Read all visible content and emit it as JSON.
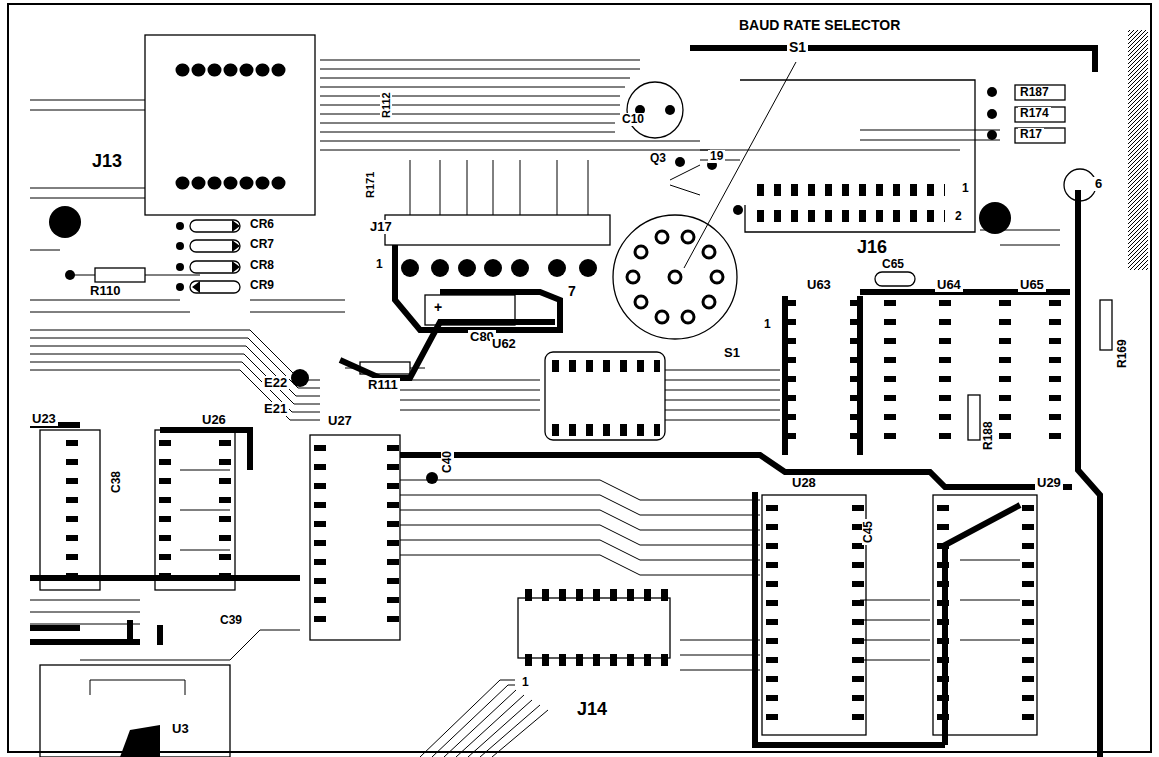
{
  "diagram": {
    "labels": [
      "BAUD RATE SELECTOR",
      "S1",
      "J13",
      "R171",
      "R112",
      "J17",
      "CR6",
      "CR7",
      "CR8",
      "CR9",
      "R110",
      "1",
      "7",
      "+",
      "C80",
      "R111",
      "E22",
      "E21",
      "U26",
      "C38",
      "U27",
      "C10",
      "Q3",
      "19",
      "J16",
      "1",
      "2",
      "R187",
      "R174",
      "R17",
      "6",
      "R169",
      "C65",
      "U63",
      "U64",
      "U65",
      "1",
      "S1",
      "U62",
      "R188",
      "U28",
      "C45",
      "U29",
      "J14",
      "1",
      "U3",
      "C39",
      "U23",
      "C40"
    ]
  }
}
